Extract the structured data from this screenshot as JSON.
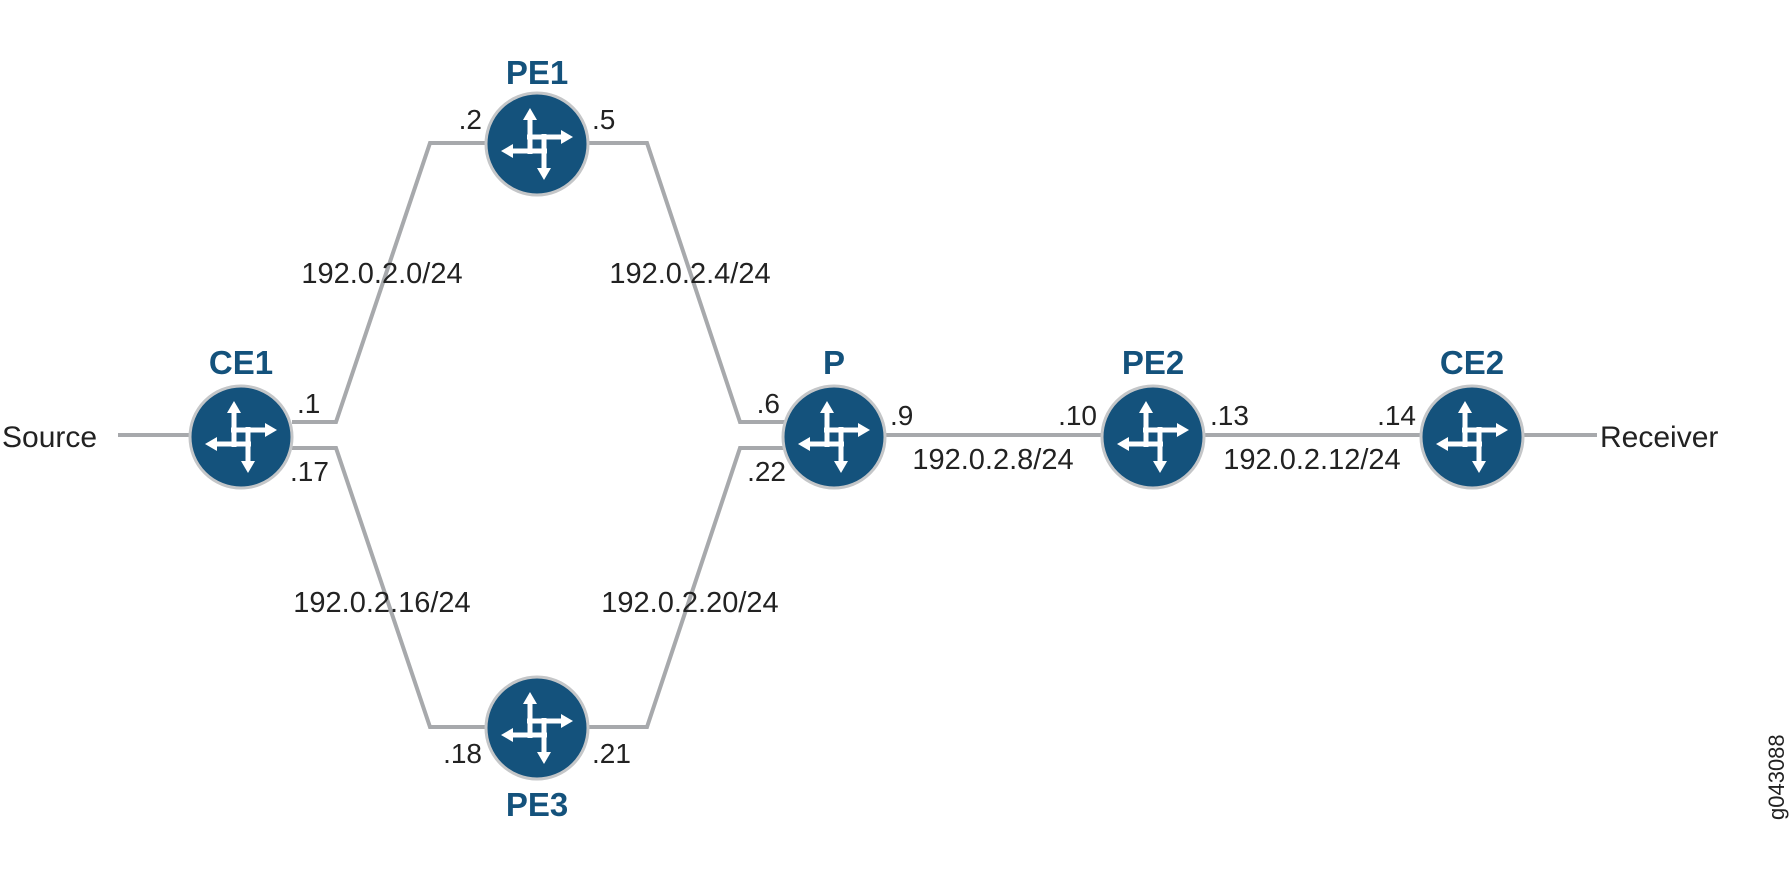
{
  "colors": {
    "router_fill": "#14527c",
    "node_label": "#14527c",
    "link": "#a7a9ac"
  },
  "icons": {
    "router": "router-icon"
  },
  "nodes": {
    "ce1": {
      "name": "CE1"
    },
    "pe1": {
      "name": "PE1"
    },
    "pe3": {
      "name": "PE3"
    },
    "p": {
      "name": "P"
    },
    "pe2": {
      "name": "PE2"
    },
    "ce2": {
      "name": "CE2"
    }
  },
  "endpoints": {
    "source": "Source",
    "receiver": "Receiver"
  },
  "subnets": {
    "ce1_pe1": "192.0.2.0/24",
    "pe1_p": "192.0.2.4/24",
    "ce1_pe3": "192.0.2.16/24",
    "pe3_p": "192.0.2.20/24",
    "p_pe2": "192.0.2.8/24",
    "pe2_ce2": "192.0.2.12/24"
  },
  "interfaces": {
    "ce1_to_pe1": ".1",
    "ce1_to_pe3": ".17",
    "pe1_to_ce1": ".2",
    "pe1_to_p": ".5",
    "p_to_pe1": ".6",
    "p_to_pe3": ".22",
    "p_to_pe2": ".9",
    "pe3_to_ce1": ".18",
    "pe3_to_p": ".21",
    "pe2_to_p": ".10",
    "pe2_to_ce2": ".13",
    "ce2_to_pe2": ".14"
  },
  "figure_id": "g043088"
}
